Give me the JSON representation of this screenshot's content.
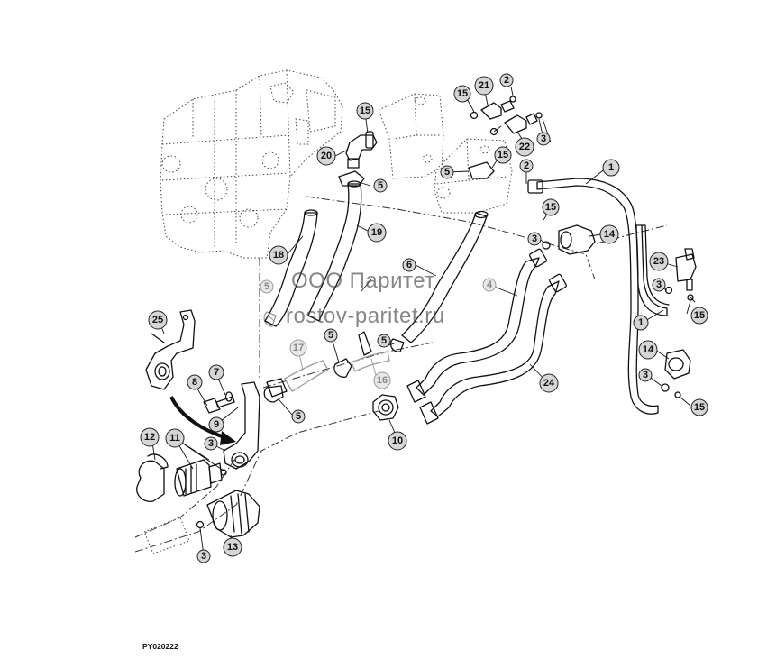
{
  "callouts": [
    "1",
    "2",
    "3",
    "4",
    "5",
    "6",
    "7",
    "8",
    "9",
    "10",
    "11",
    "12",
    "13",
    "14",
    "15",
    "16",
    "17",
    "18",
    "19",
    "20",
    "21",
    "22",
    "23",
    "24",
    "25"
  ],
  "watermark": {
    "line1": "ООО Паритет",
    "line2": "rostov-paritet.ru"
  },
  "reference_code": "PY020222"
}
